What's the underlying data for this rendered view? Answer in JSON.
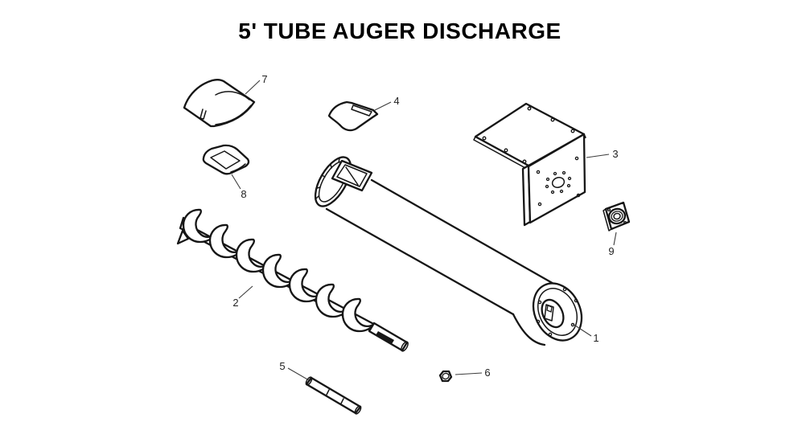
{
  "title": "5' TUBE AUGER DISCHARGE",
  "diagram": {
    "type": "exploded-parts-diagram",
    "callouts": [
      {
        "label": "1"
      },
      {
        "label": "2"
      },
      {
        "label": "3"
      },
      {
        "label": "4"
      },
      {
        "label": "5"
      },
      {
        "label": "6"
      },
      {
        "label": "7"
      },
      {
        "label": "8"
      },
      {
        "label": "9"
      }
    ]
  },
  "colors": {
    "line": "#161616",
    "leader": "#3c3c3c",
    "background": "#ffffff",
    "title": "#000000"
  }
}
